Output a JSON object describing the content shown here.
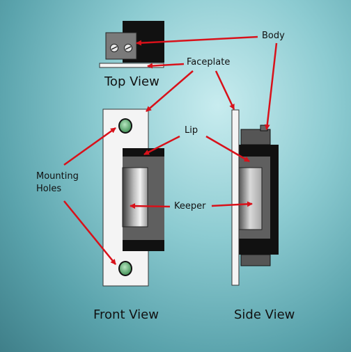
{
  "labels": {
    "body": "Body",
    "faceplate": "Faceplate",
    "lip": "Lip",
    "keeper": "Keeper",
    "mounting_holes_line1": "Mounting",
    "mounting_holes_line2": "Holes"
  },
  "views": {
    "top": "Top View",
    "front": "Front View",
    "side": "Side View"
  },
  "colors": {
    "arrow": "#d8111a",
    "plate": "#f4f4f4",
    "body_dark": "#111111",
    "body_gray": "#5f5f5f",
    "hole_green": "#55a968"
  }
}
